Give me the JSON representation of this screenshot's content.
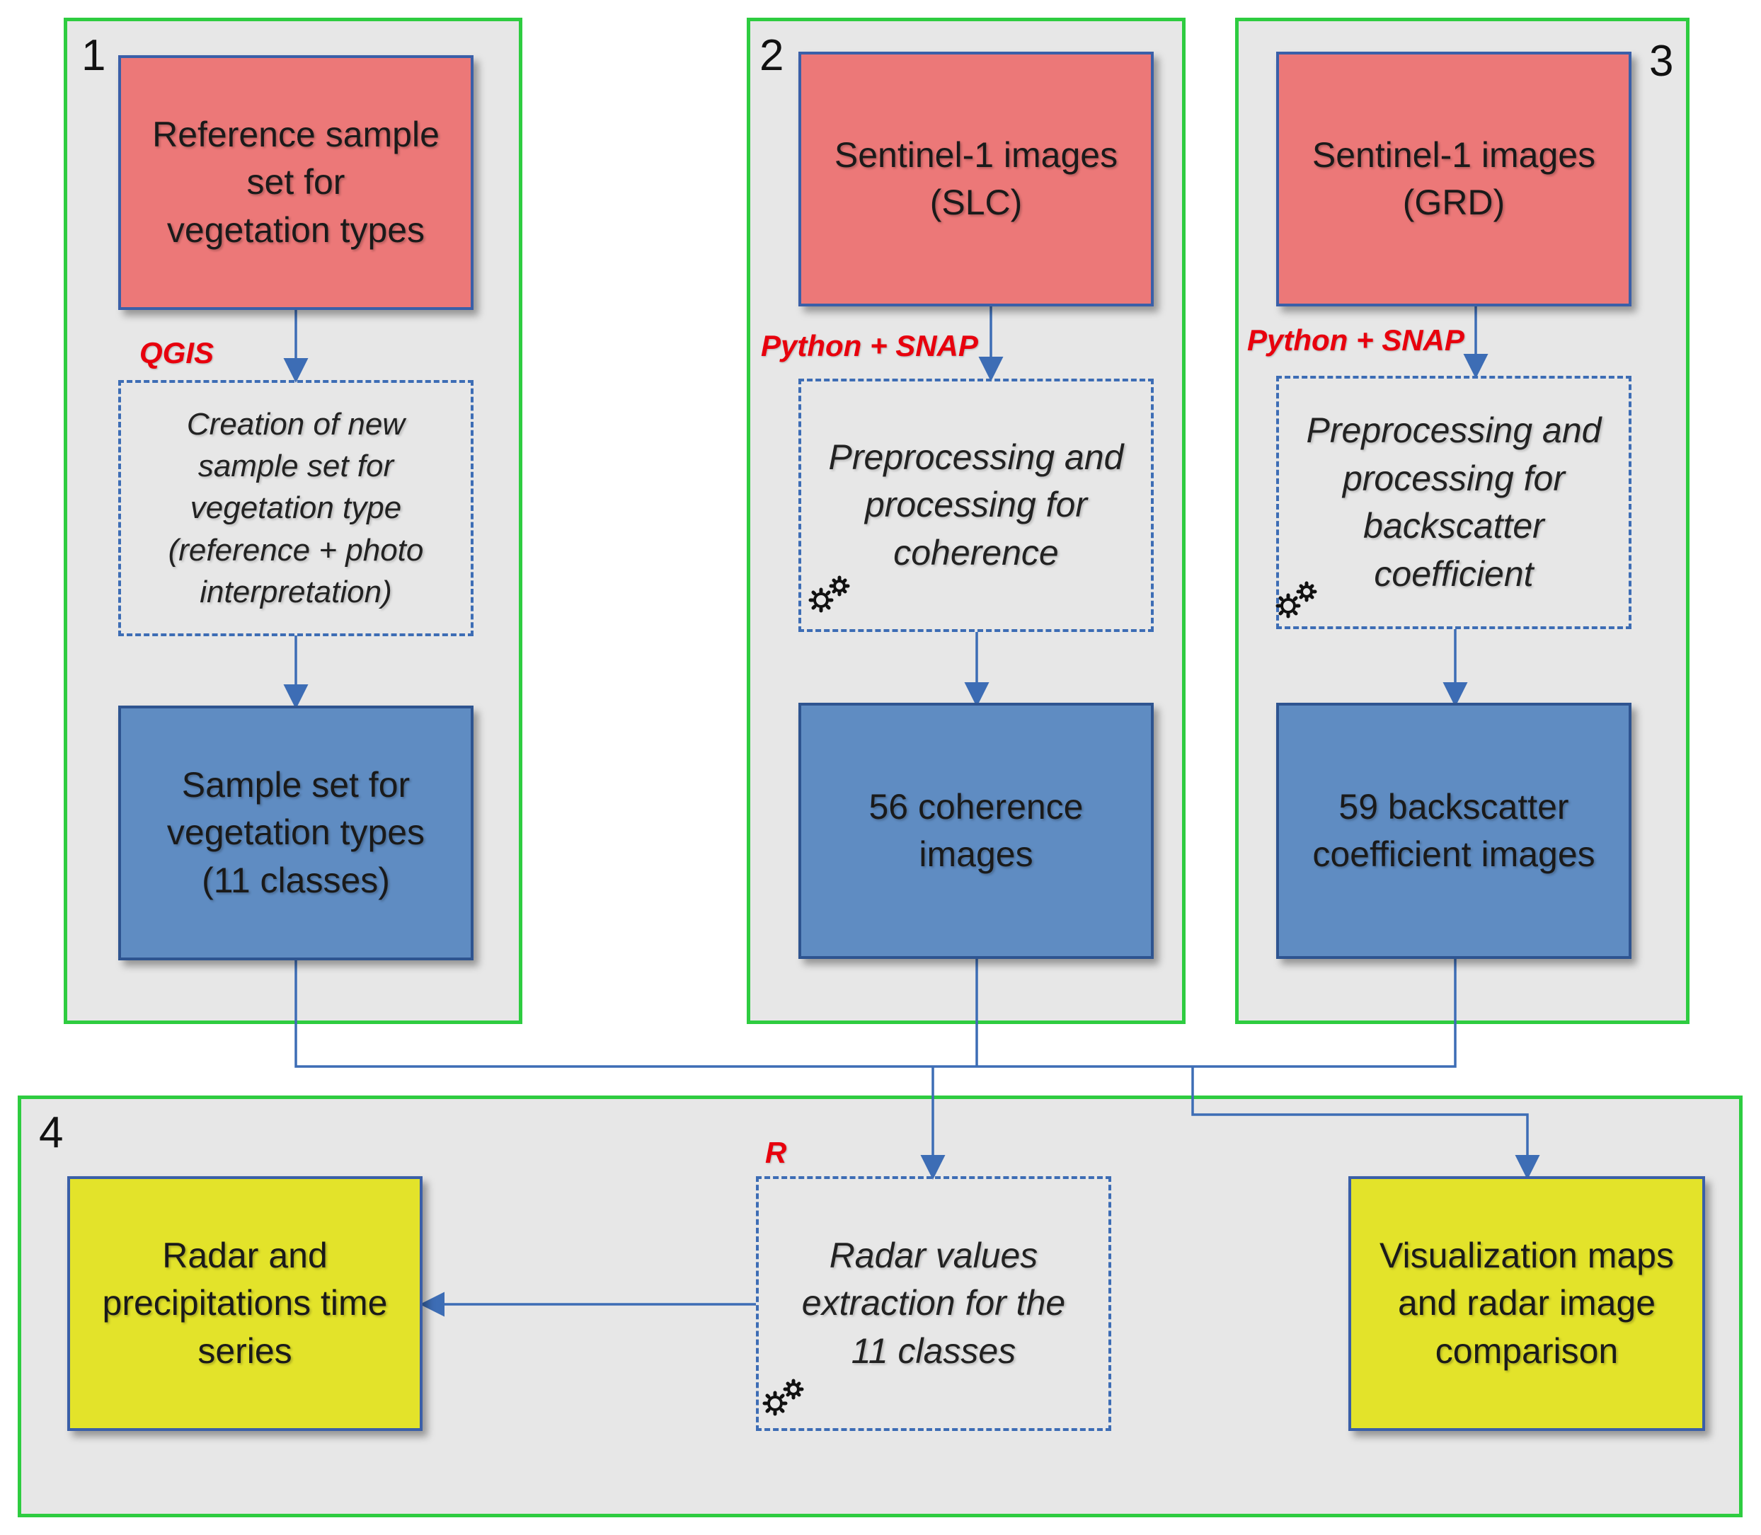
{
  "panels": {
    "p1": {
      "number": "1"
    },
    "p2": {
      "number": "2"
    },
    "p3": {
      "number": "3"
    },
    "p4": {
      "number": "4"
    }
  },
  "p1": {
    "tool": "QGIS",
    "input": "Reference sample\nset for\nvegetation types",
    "process": "Creation of new\nsample set for\nvegetation type\n(reference + photo\ninterpretation)",
    "output": "Sample set for\nvegetation types\n(11 classes)"
  },
  "p2": {
    "tool": "Python + SNAP",
    "input": "Sentinel-1 images\n(SLC)",
    "process": "Preprocessing and\nprocessing for\ncoherence",
    "output": "56 coherence\nimages"
  },
  "p3": {
    "tool": "Python + SNAP",
    "input": "Sentinel-1 images\n(GRD)",
    "process": "Preprocessing and\nprocessing for\nbackscatter\ncoefficient",
    "output": "59 backscatter\ncoefficient images"
  },
  "p4": {
    "tool": "R",
    "left_output": "Radar and\nprecipitations time\nseries",
    "process": "Radar values\nextraction for the\n11 classes",
    "right_output": "Visualization maps\nand radar image\ncomparison"
  },
  "colors": {
    "panel_border": "#2ecc40",
    "panel_fill": "#e7e7e7",
    "input_fill": "#ec7878",
    "output_fill": "#5f8cc2",
    "final_fill": "#e3e32a",
    "connector": "#3d6db5",
    "tool_label": "#e8000d"
  },
  "icons": {
    "process_marker": "gears-icon"
  }
}
